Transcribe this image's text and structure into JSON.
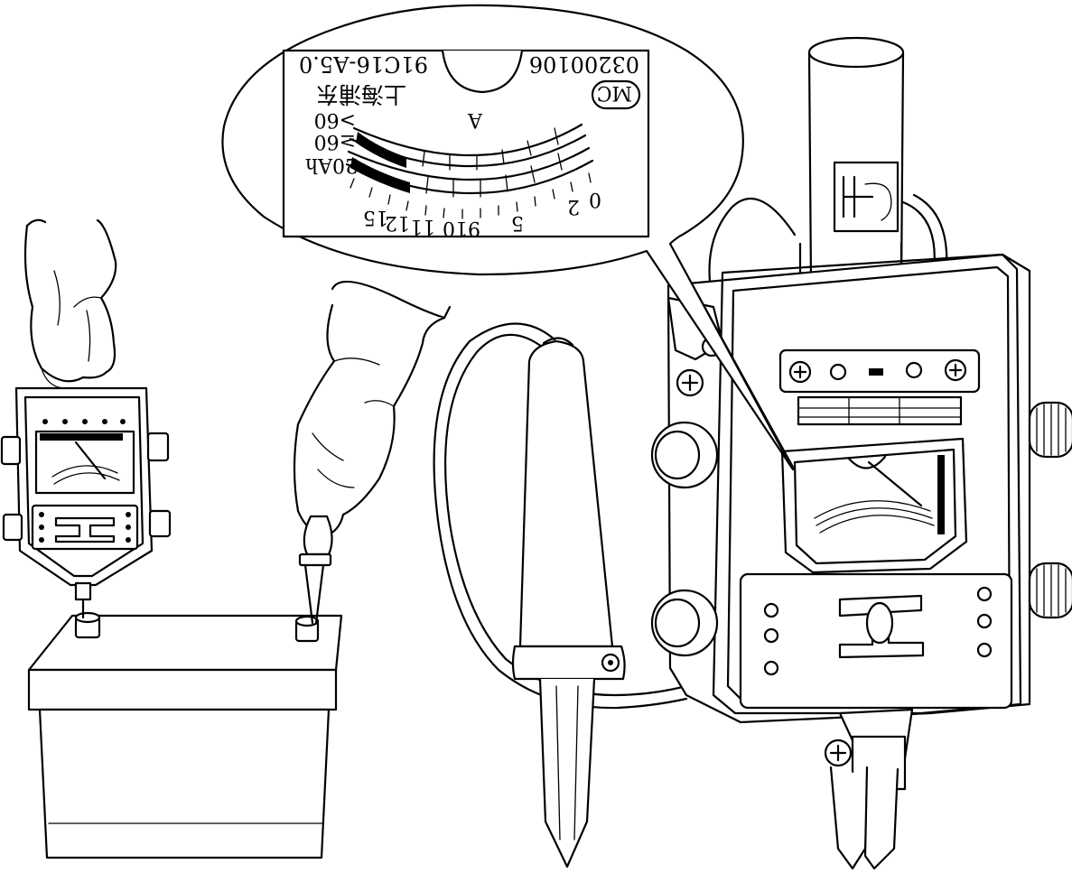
{
  "callout": {
    "serial_number": "03200106",
    "model": "91C16-A5.0",
    "maker": "上海浦东",
    "unit_mark": "MC",
    "unit_symbol": "A",
    "label_gt_60": ">60",
    "label_ge_60": "≥60",
    "label_20ah": "20Ah",
    "scale_ticks": [
      "0",
      "2",
      "5",
      "9",
      "10",
      "11",
      "12",
      "15"
    ]
  }
}
